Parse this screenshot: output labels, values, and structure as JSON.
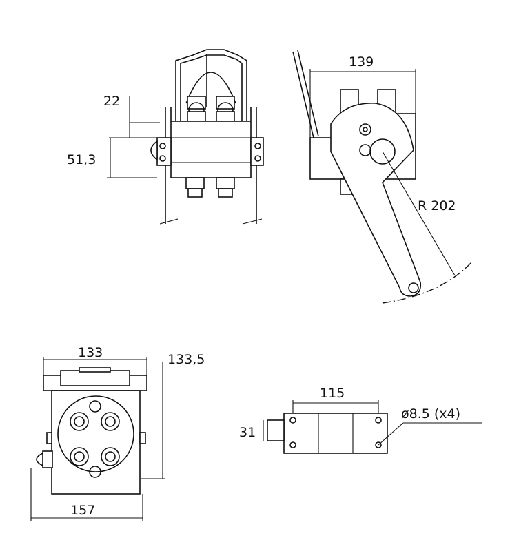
{
  "views": {
    "front": {
      "dim_top_offset": "22",
      "dim_height": "51,3"
    },
    "side": {
      "dim_width": "139",
      "radius": "R 202"
    },
    "plan": {
      "dim_width_top": "133",
      "dim_height": "133,5",
      "dim_width_bottom": "157"
    },
    "base": {
      "dim_hole_spacing": "115",
      "dim_height": "31",
      "hole_callout": "ø8.5  (x4)"
    }
  }
}
